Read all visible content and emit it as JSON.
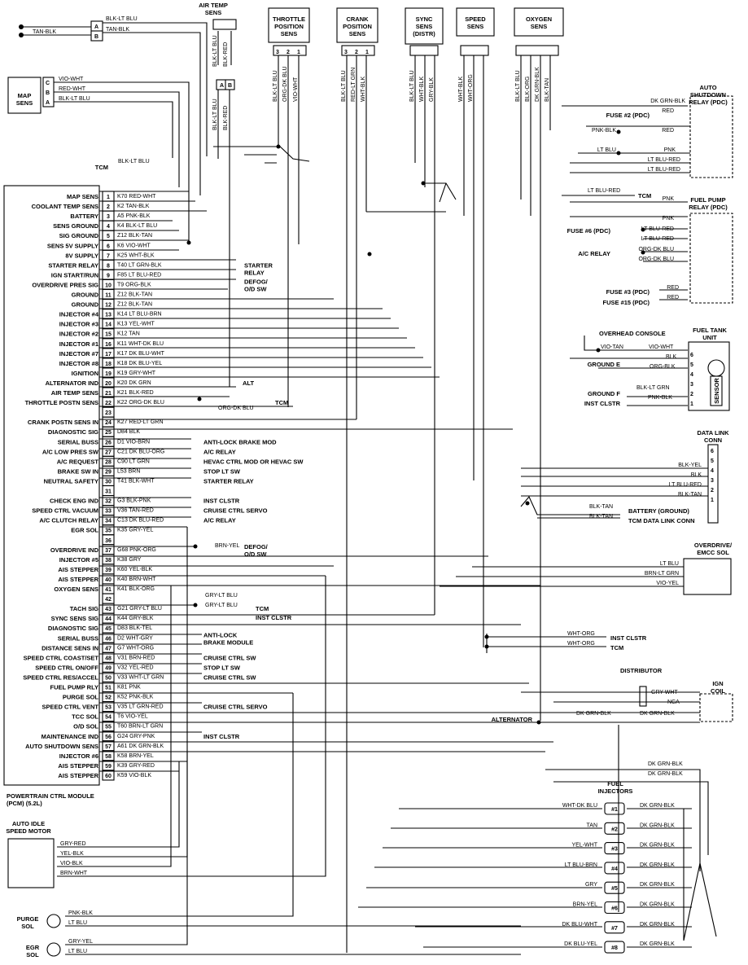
{
  "components": {
    "air_temp_sens": "AIR TEMP SENS",
    "throttle": "THROTTLE POSITION SENS",
    "crank": "CRANK POSITION SENS",
    "sync": "SYNC SENS (DISTR)",
    "speed": "SPEED SENS",
    "oxygen": "OXYGEN SENS",
    "map_sens": "MAP SENS",
    "tcm": "TCM",
    "asd_relay": "AUTO SHUTDOWN RELAY (PDC)",
    "fuel_pump_relay": "FUEL PUMP RELAY (PDC)",
    "fuel_tank_unit": "FUEL TANK UNIT",
    "overhead_console": "OVERHEAD CONSOLE",
    "ground_e": "GROUND E",
    "ground_f": "GROUND F",
    "inst_clstr": "INST CLSTR",
    "sensor": "SENSOR",
    "data_link": "DATA LINK CONN",
    "battery_ground": "BATTERY (GROUND)",
    "tcm_data_link": "TCM DATA LINK CONN",
    "overdrive_sol": "OVERDRIVE/ EMCC SOL",
    "distributor": "DISTRIBUTOR",
    "ign_coil": "IGN COIL",
    "alternator": "ALTERNATOR",
    "fuel_injectors": "FUEL INJECTORS",
    "pcm": "POWERTRAIN CTRL MODULE (PCM) (5.2L)",
    "auto_idle": "AUTO IDLE SPEED MOTOR",
    "purge_sol": "PURGE SOL",
    "egr_sol": "EGR SOL",
    "a_c_relay": "A/C RELAY",
    "fuse_2": "FUSE #2 (PDC)",
    "fuse_6": "FUSE #6 (PDC)",
    "fuse_3": "FUSE #3 (PDC)",
    "fuse_15": "FUSE #15 (PDC)"
  },
  "pcm_pins": [
    {
      "n": "1",
      "label": "MAP SENS",
      "wire": "K70 RED-WHT"
    },
    {
      "n": "2",
      "label": "COOLANT TEMP SENS",
      "wire": "K2 TAN-BLK"
    },
    {
      "n": "3",
      "label": "BATTERY",
      "wire": "A5 PNK-BLK"
    },
    {
      "n": "4",
      "label": "SENS GROUND",
      "wire": "K4 BLK-LT BLU"
    },
    {
      "n": "5",
      "label": "SIG GROUND",
      "wire": "Z12 BLK-TAN"
    },
    {
      "n": "6",
      "label": "SENS 5V SUPPLY",
      "wire": "K6 VIO-WHT"
    },
    {
      "n": "7",
      "label": "8V SUPPLY",
      "wire": "K25 WHT-BLK"
    },
    {
      "n": "8",
      "label": "STARTER RELAY",
      "wire": "T40 LT GRN-BLK"
    },
    {
      "n": "9",
      "label": "IGN START/RUN",
      "wire": "F85 LT BLU-RED"
    },
    {
      "n": "10",
      "label": "OVERDRIVE PRES SIG",
      "wire": "T9 ORG-BLK"
    },
    {
      "n": "11",
      "label": "GROUND",
      "wire": "Z12 BLK-TAN"
    },
    {
      "n": "12",
      "label": "GROUND",
      "wire": "Z12 BLK-TAN"
    },
    {
      "n": "13",
      "label": "INJECTOR #4",
      "wire": "K14 LT BLU-BRN"
    },
    {
      "n": "14",
      "label": "INJECTOR #3",
      "wire": "K13 YEL-WHT"
    },
    {
      "n": "15",
      "label": "INJECTOR #2",
      "wire": "K12 TAN"
    },
    {
      "n": "16",
      "label": "INJECTOR #1",
      "wire": "K11 WHT-DK BLU"
    },
    {
      "n": "17",
      "label": "INJECTOR #7",
      "wire": "K17 DK BLU-WHT"
    },
    {
      "n": "18",
      "label": "INJECTOR #8",
      "wire": "K18 DK BLU-YEL"
    },
    {
      "n": "19",
      "label": "IGNITION",
      "wire": "K19 GRY-WHT"
    },
    {
      "n": "20",
      "label": "ALTERNATOR IND",
      "wire": "K20 DK GRN"
    },
    {
      "n": "21",
      "label": "AIR TEMP SENS",
      "wire": "K21 BLK-RED"
    },
    {
      "n": "22",
      "label": "THROTTLE POSTN SENS",
      "wire": "K22 ORG-DK BLU"
    },
    {
      "n": "23",
      "label": "",
      "wire": ""
    },
    {
      "n": "24",
      "label": "CRANK POSTN SENS IN",
      "wire": "K27 RED-LT GRN"
    },
    {
      "n": "25",
      "label": "DIAGNOSTIC SIG",
      "wire": "D84 BLK"
    },
    {
      "n": "26",
      "label": "SERIAL BUSS",
      "wire": "D1 VIO-BRN"
    },
    {
      "n": "27",
      "label": "A/C LOW PRES SW",
      "wire": "C21 DK BLU-ORG"
    },
    {
      "n": "28",
      "label": "A/C REQUEST",
      "wire": "C90 LT GRN"
    },
    {
      "n": "29",
      "label": "BRAKE SW IN",
      "wire": "L53 BRN"
    },
    {
      "n": "30",
      "label": "NEUTRAL SAFETY",
      "wire": "T41 BLK-WHT"
    },
    {
      "n": "31",
      "label": "",
      "wire": ""
    },
    {
      "n": "32",
      "label": "CHECK ENG IND",
      "wire": "G3 BLK-PNK"
    },
    {
      "n": "33",
      "label": "SPEED CTRL VACUUM",
      "wire": "V36 TAN-RED"
    },
    {
      "n": "34",
      "label": "A/C CLUTCH RELAY",
      "wire": "C13 DK BLU-RED"
    },
    {
      "n": "35",
      "label": "EGR SOL",
      "wire": "K35 GRY-YEL"
    },
    {
      "n": "36",
      "label": "",
      "wire": ""
    },
    {
      "n": "37",
      "label": "OVERDRIVE IND",
      "wire": "G68 PNK-ORG"
    },
    {
      "n": "38",
      "label": "INJECTOR #5",
      "wire": "K38 GRY"
    },
    {
      "n": "39",
      "label": "AIS STEPPER",
      "wire": "K60 YEL-BLK"
    },
    {
      "n": "40",
      "label": "AIS STEPPER",
      "wire": "K40 BRN-WHT"
    },
    {
      "n": "41",
      "label": "OXYGEN SENS",
      "wire": "K41 BLK-ORG"
    },
    {
      "n": "42",
      "label": "",
      "wire": ""
    },
    {
      "n": "43",
      "label": "TACH SIG",
      "wire": "G21 GRY-LT BLU"
    },
    {
      "n": "44",
      "label": "SYNC SENS SIG",
      "wire": "K44 GRY-BLK"
    },
    {
      "n": "45",
      "label": "DIAGNOSTIC SIG",
      "wire": "D83 BLK-TEL"
    },
    {
      "n": "46",
      "label": "SERIAL BUSS",
      "wire": "D2 WHT-GRY"
    },
    {
      "n": "47",
      "label": "DISTANCE SENS IN",
      "wire": "G7 WHT-ORG"
    },
    {
      "n": "48",
      "label": "SPEED CTRL COAST/SET",
      "wire": "V31 BRN-RED"
    },
    {
      "n": "49",
      "label": "SPEED CTRL ON/OFF",
      "wire": "V32 YEL-RED"
    },
    {
      "n": "50",
      "label": "SPEED CTRL RES/ACCEL",
      "wire": "V33 WHT-LT GRN"
    },
    {
      "n": "51",
      "label": "FUEL PUMP RLY",
      "wire": "K81 PNK"
    },
    {
      "n": "52",
      "label": "PURGE SOL",
      "wire": "K52 PNK-BLK"
    },
    {
      "n": "53",
      "label": "SPEED CTRL VENT",
      "wire": "V35 LT GRN-RED"
    },
    {
      "n": "54",
      "label": "TCC SOL",
      "wire": "T6 VIO-YEL"
    },
    {
      "n": "55",
      "label": "O/D SOL",
      "wire": "T60 BRN-LT GRN"
    },
    {
      "n": "56",
      "label": "MAINTENANCE IND",
      "wire": "G24 GRY-PNK"
    },
    {
      "n": "57",
      "label": "AUTO SHUTDOWN SENS",
      "wire": "A61 DK GRN-BLK"
    },
    {
      "n": "58",
      "label": "INJECTOR #6",
      "wire": "K58 BRN-YEL"
    },
    {
      "n": "59",
      "label": "AIS STEPPER",
      "wire": "K39 GRY-RED"
    },
    {
      "n": "60",
      "label": "AIS STEPPER",
      "wire": "K59 VIO-BLK"
    }
  ],
  "pcm_destinations": [
    {
      "row": 8,
      "text": "STARTER RELAY"
    },
    {
      "row": 10,
      "text": "DEFOG/ O/D SW"
    },
    {
      "row": 20,
      "text": "ALT"
    },
    {
      "row": 22,
      "text": "TCM"
    },
    {
      "row": 26,
      "text": "ANTI-LOCK BRAKE MOD"
    },
    {
      "row": 27,
      "text": "A/C RELAY"
    },
    {
      "row": 28,
      "text": "HEVAC CTRL MOD OR HEVAC SW"
    },
    {
      "row": 29,
      "text": "STOP LT SW"
    },
    {
      "row": 30,
      "text": "STARTER RELAY"
    },
    {
      "row": 32,
      "text": "INST CLSTR"
    },
    {
      "row": 33,
      "text": "CRUISE CTRL SERVO"
    },
    {
      "row": 34,
      "text": "A/C RELAY"
    },
    {
      "row": 37,
      "text": "DEFOG/ O/D SW"
    },
    {
      "row": 43,
      "text": "TCM"
    },
    {
      "row": 43.9,
      "text": "INST CLSTR"
    },
    {
      "row": 46,
      "text": "ANTI-LOCK BRAKE MODULE"
    },
    {
      "row": 48,
      "text": "CRUISE CTRL SW"
    },
    {
      "row": 49,
      "text": "STOP LT SW"
    },
    {
      "row": 50,
      "text": "CRUISE CTRL SW"
    },
    {
      "row": 53,
      "text": "CRUISE CTRL SERVO"
    },
    {
      "row": 56,
      "text": "INST CLSTR"
    }
  ],
  "side_wires": {
    "defog_branch": "BRN-YEL",
    "tcm_branch": "ORG-DK BLU",
    "tach_tcm": "GRY-LT BLU",
    "tach_inst": "GRY-LT BLU",
    "tan_blk": "TAN-BLK",
    "blk_lt_blu_top": "BLK-LT BLU",
    "tan_blk_b": "TAN-BLK",
    "map_vio": "VIO-WHT",
    "map_red": "RED-WHT",
    "map_blk": "BLK-LT BLU",
    "tcm_blk": "BLK-LT BLU"
  },
  "top_sensors": {
    "air_temp_wires": [
      "BLK-LT BLU",
      "BLK-RED"
    ],
    "air_temp_pins": [
      "A",
      "B"
    ],
    "throttle_pins": [
      "3",
      "2",
      "1"
    ],
    "throttle_wires": [
      "BLK-LT BLU",
      "ORG-DK BLU",
      "VIO-WHT"
    ],
    "crank_pins": [
      "3",
      "2",
      "1"
    ],
    "crank_wires": [
      "BLK-LT BLU",
      "RED-LT GRN",
      "WHT-BLK"
    ],
    "sync_wires": [
      "BLK-LT BLU",
      "WHT-BLK",
      "GRY-BLK"
    ],
    "speed_wires": [
      "WHT-BLK",
      "WHT-ORG"
    ],
    "oxygen_wires": [
      "BLK-LT BLU",
      "BLK-ORG",
      "DK GRN-BLK",
      "BLK-TAN"
    ],
    "ats_lower": [
      "BLK-LT BLU",
      "BLK-RED"
    ],
    "map_pins": [
      "C",
      "B",
      "A"
    ],
    "top_pins": [
      "A",
      "B"
    ]
  },
  "relays": {
    "asd": [
      {
        "wire": "DK GRN-BLK"
      },
      {
        "wire": "RED"
      },
      {
        "wire": "RED"
      },
      {
        "wire": "PNK-BLK"
      },
      {
        "wire": "PNK"
      },
      {
        "wire": "LT BLU"
      },
      {
        "wire": "LT BLU-RED"
      },
      {
        "wire": "LT BLU-RED"
      }
    ],
    "lt_blu_red_tcm": "LT BLU-RED",
    "fuel_pump": [
      {
        "wire": "PNK"
      },
      {
        "wire": "PNK"
      },
      {
        "wire": "LT BLU-RED"
      },
      {
        "wire": "LT BLU-RED"
      },
      {
        "wire": "ORG-DK BLU"
      },
      {
        "wire": "ORG-DK BLU"
      },
      {
        "wire": "RED"
      },
      {
        "wire": "RED"
      }
    ]
  },
  "fuel_tank": {
    "wires": [
      "VIO-TAN",
      "VIO-WHT",
      "BLK",
      "ORG-BLK",
      "BLK-LT GRN",
      "PNK-BLK"
    ],
    "pins": [
      "6",
      "5",
      "4",
      "3",
      "2",
      "1"
    ]
  },
  "data_link": {
    "wires": [
      "BLK-YEL",
      "BLK",
      "LT BLU-RED",
      "BLK-TAN"
    ],
    "pins": [
      "6",
      "5",
      "4",
      "3",
      "2",
      "1"
    ],
    "lower_wires": [
      "BLK-TAN",
      "BLK-TAN"
    ]
  },
  "overdrive": {
    "wires": [
      "LT BLU",
      "BRN-LT GRN",
      "VIO-YEL"
    ]
  },
  "inst_tcm": {
    "wires": [
      "WHT-ORG",
      "WHT-ORG"
    ],
    "labels": [
      "INST CLSTR",
      "TCM"
    ]
  },
  "distributor_area": {
    "wires": [
      "GRY-WHT",
      "NCA",
      "DK GRN-BLK",
      "DK GRN-BLK"
    ]
  },
  "injector_area": {
    "top_wires": [
      "DK GRN-BLK",
      "DK GRN-BLK"
    ],
    "rows": [
      {
        "left": "WHT-DK BLU",
        "num": "#1",
        "right": "DK GRN-BLK"
      },
      {
        "left": "TAN",
        "num": "#2",
        "right": "DK GRN-BLK"
      },
      {
        "left": "YEL-WHT",
        "num": "#3",
        "right": "DK GRN-BLK"
      },
      {
        "left": "LT BLU-BRN",
        "num": "#4",
        "right": "DK GRN-BLK"
      },
      {
        "left": "GRY",
        "num": "#5",
        "right": "DK GRN-BLK"
      },
      {
        "left": "BRN-YEL",
        "num": "#6",
        "right": "DK GRN-BLK"
      },
      {
        "left": "DK BLU-WHT",
        "num": "#7",
        "right": "DK GRN-BLK"
      },
      {
        "left": "DK BLU-YEL",
        "num": "#8",
        "right": "DK GRN-BLK"
      }
    ]
  },
  "ais_motor": {
    "wires": [
      "GRY-RED",
      "YEL-BLK",
      "VIO-BLK",
      "BRN-WHT"
    ]
  },
  "purge": {
    "wires": [
      "PNK-BLK",
      "LT BLU"
    ]
  },
  "egr": {
    "wires": [
      "GRY-YEL",
      "LT BLU"
    ]
  }
}
